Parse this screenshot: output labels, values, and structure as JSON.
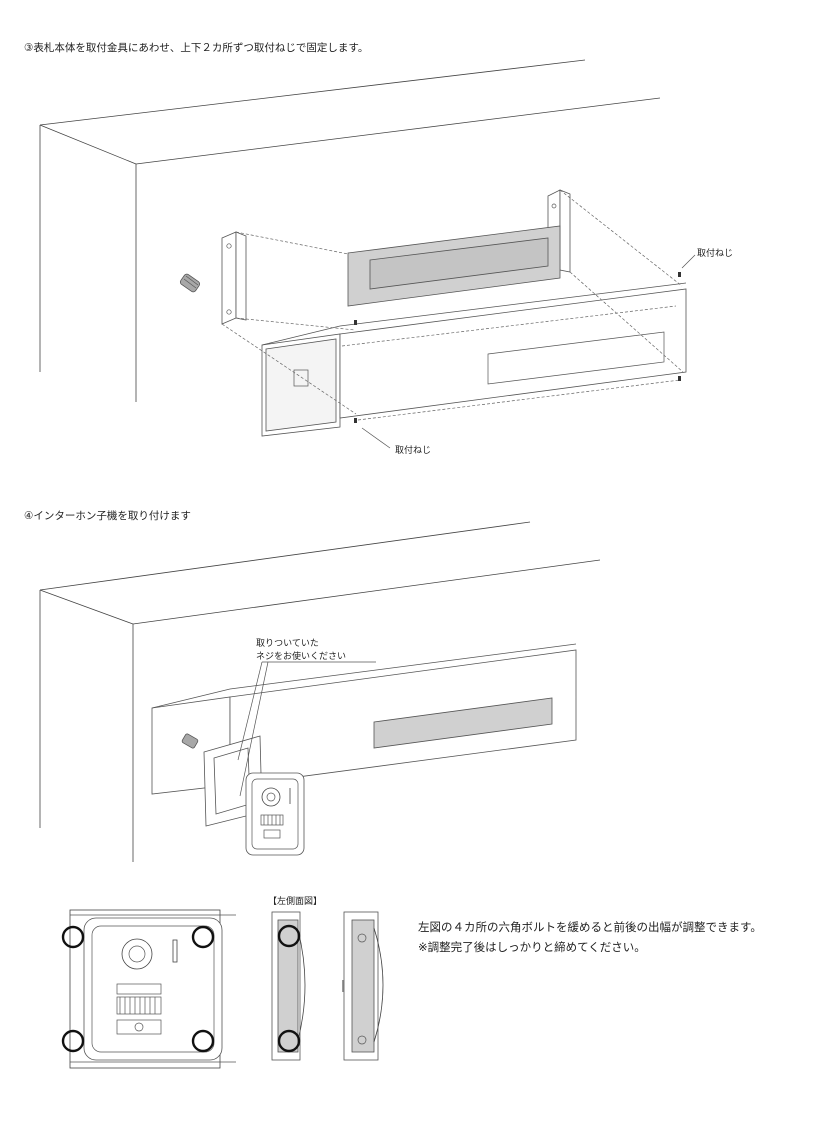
{
  "step3": {
    "instruction": "③表札本体を取付金具にあわせ、上下２カ所ずつ取付ねじで固定します。",
    "callout_screw_top": "取付ねじ",
    "callout_screw_bottom": "取付ねじ"
  },
  "step4": {
    "instruction": "④インターホン子機を取り付けます",
    "callout_line1": "取りついていた",
    "callout_line2": "ネジをお使いください"
  },
  "step5": {
    "side_view_label": "【左側面図】",
    "note_line1": "左図の４カ所の六角ボルトを緩めると前後の出幅が調整できます。",
    "note_line2": "※調整完了後はしっかりと締めてください。"
  },
  "colors": {
    "line": "#444444",
    "panel_gray": "#d0d0d0",
    "highlight_ring": "#111111"
  }
}
